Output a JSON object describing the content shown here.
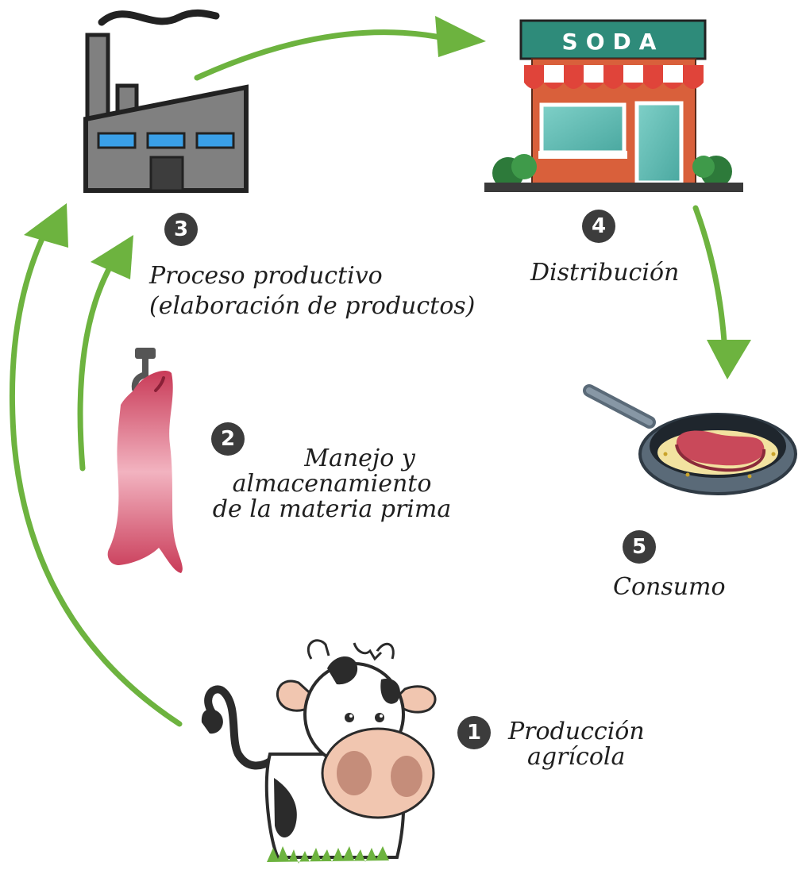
{
  "steps": [
    {
      "number": "1",
      "label_lines": [
        "Producción",
        "agrícola"
      ]
    },
    {
      "number": "2",
      "label_lines": [
        "Manejo y",
        "almacenamiento",
        "de la materia prima"
      ]
    },
    {
      "number": "3",
      "label_lines": [
        "Proceso productivo",
        "(elaboración de productos)"
      ]
    },
    {
      "number": "4",
      "label_lines": [
        "Distribución"
      ]
    },
    {
      "number": "5",
      "label_lines": [
        "Consumo"
      ]
    }
  ],
  "store": {
    "sign_text": "SODA"
  },
  "icons": [
    "factory-icon",
    "store-icon",
    "frying-pan-steak-icon",
    "meat-carcass-hook-icon",
    "cow-icon"
  ],
  "colors": {
    "arrow": "#6db33f",
    "badge": "#3c3c3c",
    "sign": "#2e8b7a",
    "awning_red": "#e0443a",
    "brick": "#d9603b",
    "meat": "#d9475f"
  }
}
